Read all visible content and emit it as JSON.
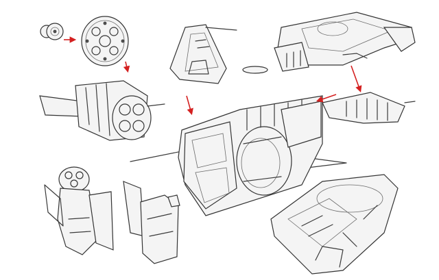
{
  "artwork": {
    "kind": "pencil concept sketch sheet",
    "colors": {
      "background": "#ffffff",
      "pencil": "#3a3a3a",
      "arrow": "#d42020"
    },
    "icons": [
      "red-arrow-right",
      "red-arrow-down",
      "red-arrow-down",
      "red-arrow-down",
      "red-arrow-left"
    ]
  }
}
